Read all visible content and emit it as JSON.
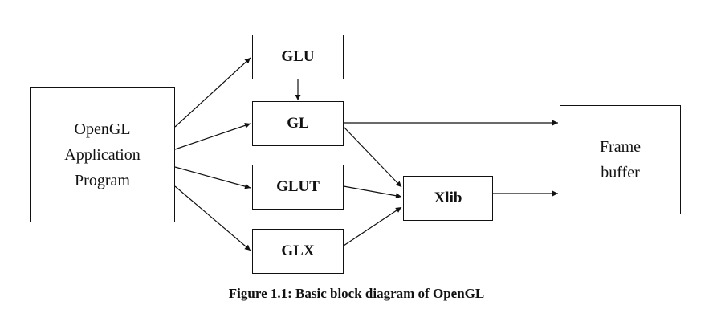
{
  "diagram": {
    "nodes": {
      "app": {
        "label": "OpenGL Application Program",
        "lines": [
          "OpenGL",
          "Application",
          "Program"
        ]
      },
      "glu": {
        "label": "GLU"
      },
      "gl": {
        "label": "GL"
      },
      "glut": {
        "label": "GLUT"
      },
      "glx": {
        "label": "GLX"
      },
      "xlib": {
        "label": "Xlib"
      },
      "frame": {
        "label": "Frame buffer",
        "lines": [
          "Frame",
          "buffer"
        ]
      }
    },
    "edges": [
      {
        "from": "app",
        "to": "glu"
      },
      {
        "from": "app",
        "to": "gl"
      },
      {
        "from": "app",
        "to": "glut"
      },
      {
        "from": "app",
        "to": "glx"
      },
      {
        "from": "glu",
        "to": "gl"
      },
      {
        "from": "gl",
        "to": "frame"
      },
      {
        "from": "gl",
        "to": "xlib"
      },
      {
        "from": "glut",
        "to": "xlib"
      },
      {
        "from": "glx",
        "to": "xlib"
      },
      {
        "from": "xlib",
        "to": "frame"
      }
    ],
    "caption": "Figure 1.1: Basic block diagram of OpenGL"
  },
  "colors": {
    "line": "#111111",
    "background": "#ffffff"
  }
}
